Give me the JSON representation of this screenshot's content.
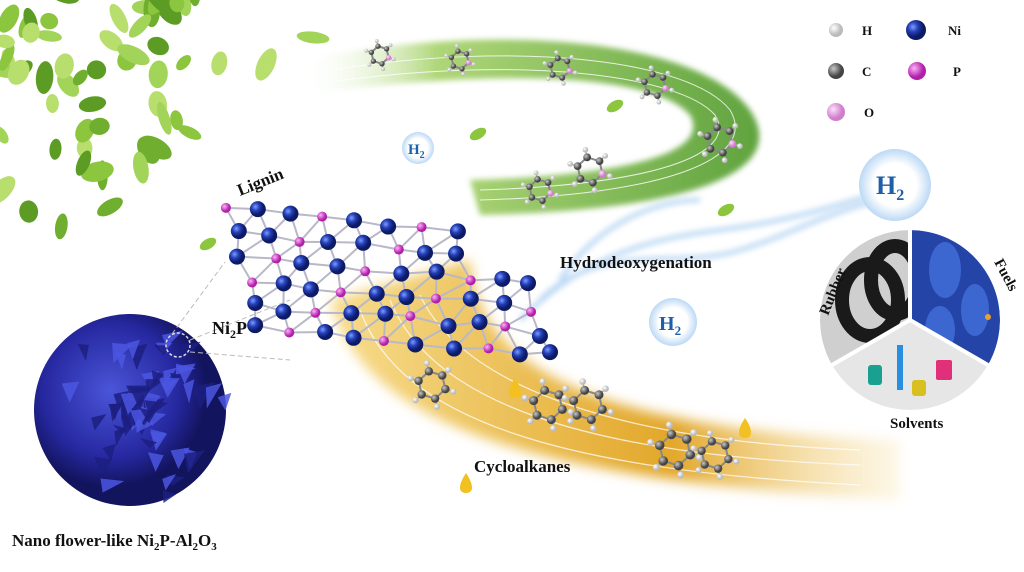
{
  "legend": [
    {
      "symbol": "H",
      "color": "#f2f2f2"
    },
    {
      "symbol": "Ni",
      "color": "#1f3fae"
    },
    {
      "symbol": "C",
      "color": "#6e6e6e"
    },
    {
      "symbol": "P",
      "color": "#d640d0"
    },
    {
      "symbol": "O",
      "color": "#e79be3"
    }
  ],
  "labels": {
    "lignin": "Lignin",
    "hdo": "Hydrodeoxygenation",
    "cycloalkanes": "Cycloalkanes",
    "ni2p": {
      "a": "Ni",
      "sub": "2",
      "b": "P"
    },
    "catalyst": {
      "a": "Nano flower-like Ni",
      "sub1": "2",
      "b": "P-Al",
      "sub2": "2",
      "c": "O",
      "sub3": "3"
    },
    "h2": {
      "a": "H",
      "sub": "2"
    }
  },
  "products": {
    "rubber": "Rubber",
    "fuels": "Fuels",
    "solvents": "Solvents"
  },
  "colors": {
    "green_band": "#8cc63f",
    "gold_band": "#e0a526",
    "ni": "#1f3fae",
    "p": "#d640d0",
    "sphere": "#2b2fa8"
  }
}
